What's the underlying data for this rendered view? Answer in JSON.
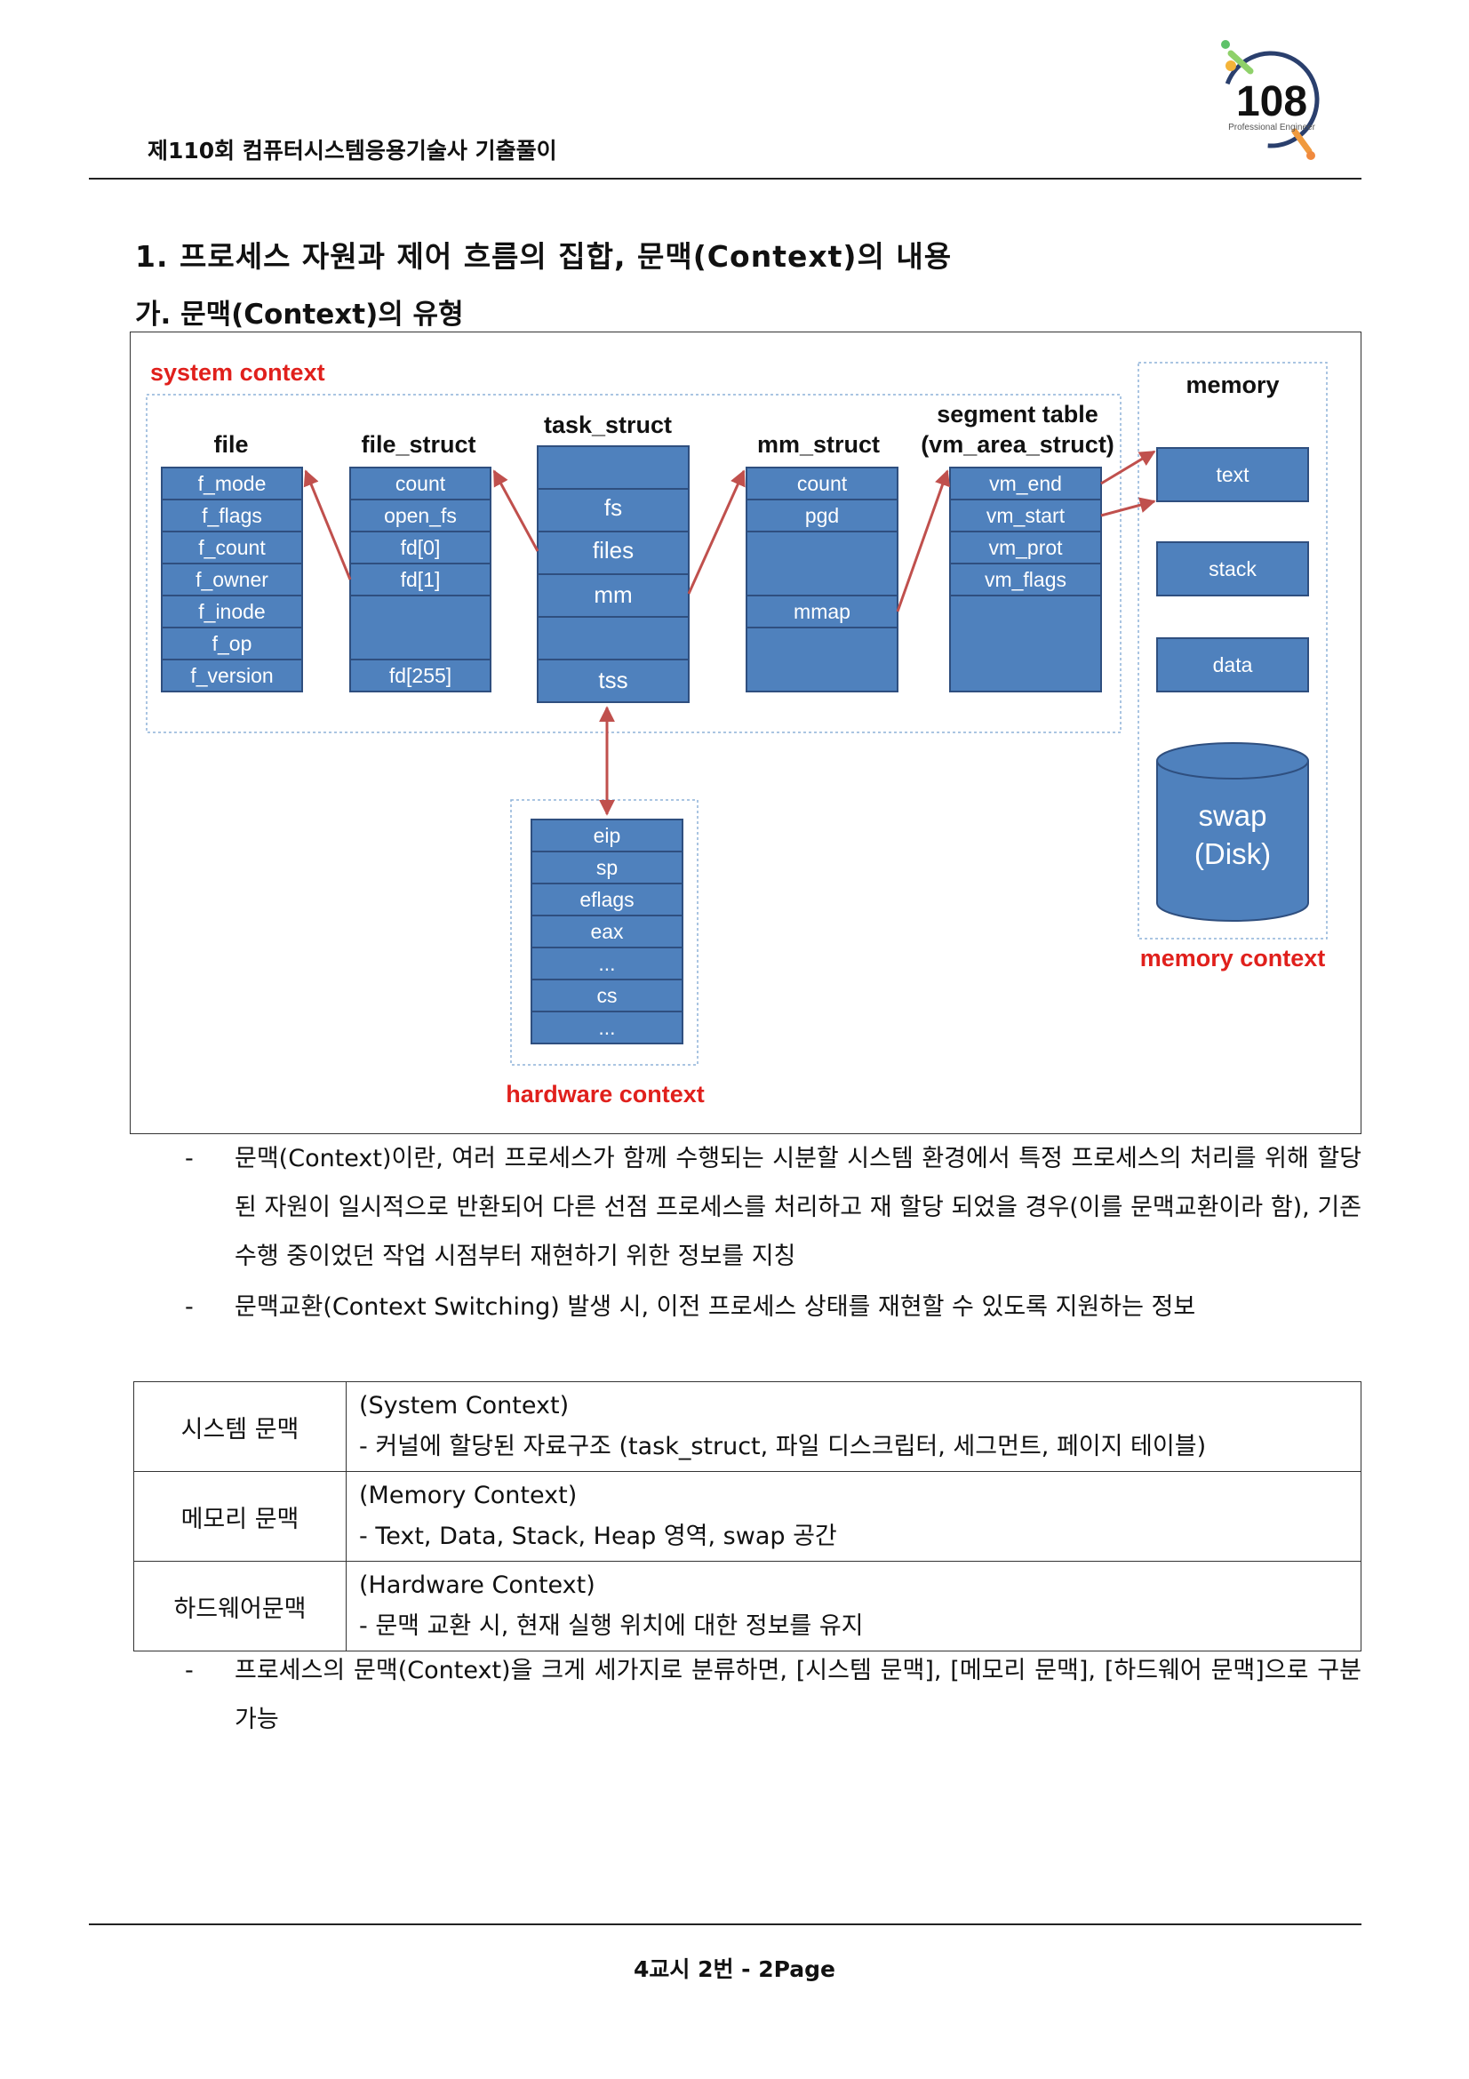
{
  "header": {
    "title": "제110회 컴퓨터시스템응용기술사 기출풀이",
    "logo_number": "108",
    "logo_caption": "Professional Engineer"
  },
  "heading1": "1.  프로세스 자원과 제어 흐름의 집합, 문맥(Context)의 내용",
  "heading2": "가. 문맥(Context)의 유형",
  "diagram": {
    "system_context_label": "system context",
    "memory_context_label": "memory context",
    "hardware_context_label": "hardware context",
    "file": {
      "title": "file",
      "fields": [
        "f_mode",
        "f_flags",
        "f_count",
        "f_owner",
        "f_inode",
        "f_op",
        "f_version"
      ]
    },
    "file_struct": {
      "title": "file_struct",
      "fields": [
        "count",
        "open_fs",
        "fd[0]",
        "fd[1]",
        "",
        "fd[255]"
      ]
    },
    "task_struct": {
      "title": "task_struct",
      "fields": [
        "",
        "fs",
        "files",
        "mm",
        "",
        "tss"
      ]
    },
    "mm_struct": {
      "title": "mm_struct",
      "fields": [
        "count",
        "pgd",
        "",
        "mmap",
        ""
      ]
    },
    "segment_table": {
      "title_line1": "segment table",
      "title_line2": "(vm_area_struct)",
      "fields": [
        "vm_end",
        "vm_start",
        "vm_prot",
        "vm_flags",
        ""
      ]
    },
    "memory": {
      "title": "memory",
      "blocks": [
        "text",
        "stack",
        "data"
      ],
      "swap_line1": "swap",
      "swap_line2": "(Disk)"
    },
    "hardware": {
      "fields": [
        "eip",
        "sp",
        "eflags",
        "eax",
        "...",
        "cs",
        "..."
      ]
    }
  },
  "bullets_top": [
    "문맥(Context)이란, 여러 프로세스가 함께 수행되는 시분할 시스템 환경에서 특정 프로세스의 처리를 위해 할당 된 자원이 일시적으로 반환되어 다른 선점 프로세스를 처리하고 재 할당 되었을 경우(이를 문맥교환이라 함), 기존 수행 중이었던 작업 시점부터 재현하기 위한 정보를 지칭",
    "문맥교환(Context Switching) 발생 시, 이전 프로세스 상태를 재현할 수 있도록 지원하는 정보"
  ],
  "table": [
    {
      "key": "시스템 문맥",
      "line1": "(System Context)",
      "line2": "- 커널에 할당된 자료구조 (task_struct, 파일 디스크립터, 세그먼트, 페이지 테이블)"
    },
    {
      "key": "메모리 문맥",
      "line1": "(Memory Context)",
      "line2": "- Text, Data, Stack, Heap 영역, swap 공간"
    },
    {
      "key": "하드웨어문맥",
      "line1": "(Hardware Context)",
      "line2": "- 문맥 교환 시, 현재 실행 위치에 대한 정보를 유지"
    }
  ],
  "bullet_bottom": "프로세스의 문맥(Context)을 크게 세가지로 분류하면, [시스템 문맥], [메모리 문맥], [하드웨어 문맥]으로 구분 가능",
  "dash": "-",
  "footer": "4교시 2번 - 2Page",
  "colors": {
    "box_fill": "#4f81bd",
    "box_border": "#2f4f7f",
    "accent_red": "#e0201c",
    "arrow": "#c0504d"
  }
}
